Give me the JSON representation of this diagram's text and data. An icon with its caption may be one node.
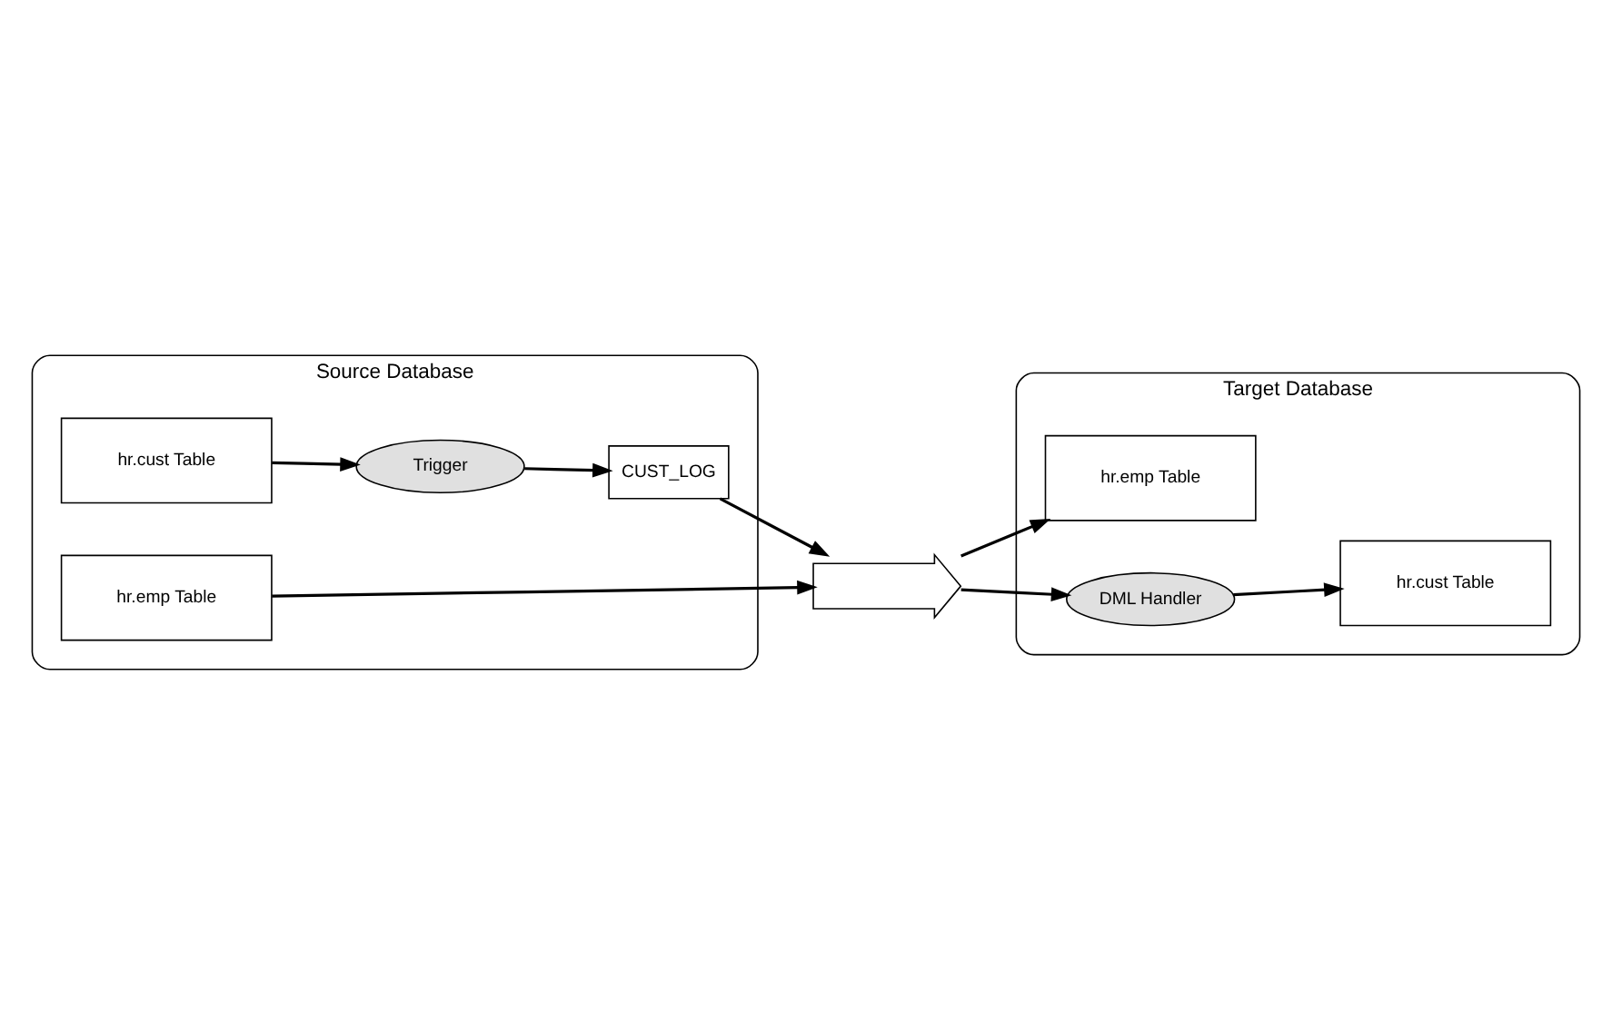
{
  "diagram": {
    "nodes": [
      {
        "text": [
          "Source Database"
        ]
      },
      {
        "text": [
          "hr.emp Table"
        ],
        "in": 0
      },
      {
        "text": [
          "hr.cust Table"
        ],
        "in": 0
      },
      {
        "text": [
          "Trigger"
        ],
        "in": 0
      },
      {
        "text": [
          "CUST_LOG"
        ],
        "in": 0
      },
      {
        "text": [],
        "shape": "arrow"
      },
      {
        "text": [
          "Target Database"
        ]
      },
      {
        "text": [
          "hr.emp Table"
        ],
        "in": 6
      },
      {
        "text": [
          "hr.cust Table"
        ],
        "in": 6
      },
      {
        "text": [
          "DML Handler"
        ],
        "in": 6
      }
    ],
    "edges": [
      {
        "from": 1,
        "to": 5,
        "arrow": "to"
      },
      {
        "from": 2,
        "to": 3,
        "arrow": "to"
      },
      {
        "from": 3,
        "to": 4,
        "arrow": "to"
      },
      {
        "from": 4,
        "to": 5,
        "arrow": "to"
      },
      {
        "from": 5,
        "to": 7,
        "arrow": "to"
      },
      {
        "from": 5,
        "to": 9,
        "arrow": "to"
      },
      {
        "from": 9,
        "to": 8,
        "arrow": "to"
      }
    ]
  }
}
